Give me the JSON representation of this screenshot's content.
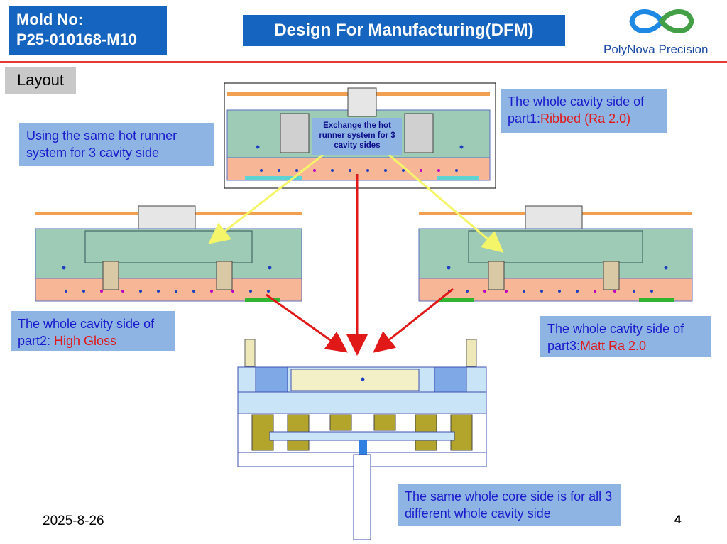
{
  "header": {
    "mold_line1": "Mold No:",
    "mold_line2": "P25-010168-M10",
    "title": "Design For Manufacturing(DFM)",
    "logo_text": "PolyNova Precision"
  },
  "section_tag": "Layout",
  "notes": {
    "hot_runner_same": "Using the same hot runner system for 3 cavity side",
    "exchange_hot_runner": "Exchange the hot runner system for 3 cavity sides",
    "part1_prefix": "The whole cavity side of part1:",
    "part1_finish": "Ribbed (Ra 2.0)",
    "part2_prefix": "The whole cavity side of part2: ",
    "part2_finish": "High Gloss",
    "part3_prefix": "The whole cavity side of part3:",
    "part3_finish": "Matt Ra 2.0",
    "core_side": "The same whole core side is for all 3 different whole cavity side"
  },
  "footer": {
    "date": "2025-8-26",
    "page_number": "4"
  },
  "colors": {
    "brand_blue": "#1565c0",
    "note_blue": "#8eb4e3",
    "accent_red": "#e53935",
    "arrow_yellow": "#f5f56a",
    "plate_green": "#9ecbb6",
    "plate_orange": "#f7b797",
    "plate_blue": "#c9e3f7"
  }
}
